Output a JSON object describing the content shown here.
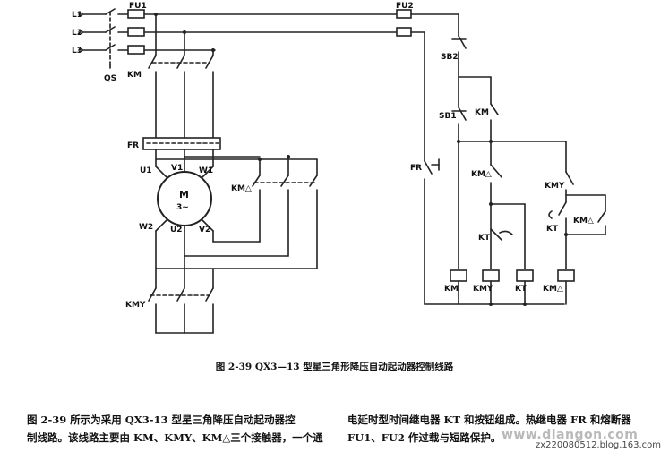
{
  "labels": {
    "l1": "L1",
    "l2": "L2",
    "l3": "L3",
    "qs": "QS",
    "fu1": "FU1",
    "fu2": "FU2",
    "km_main": "KM",
    "fr_main": "FR",
    "u1": "U1",
    "v1": "V1",
    "w1": "W1",
    "u2": "U2",
    "v2": "V2",
    "w2": "W2",
    "motor_m": "M",
    "motor_phase": "3~",
    "km_delta_main": "KM△",
    "km_y_main": "KMY",
    "sb2": "SB2",
    "sb1": "SB1",
    "km_hold": "KM",
    "fr_ctrl": "FR",
    "km_delta_ctrl": "KM△",
    "km_y_ctrl": "KMY",
    "km_delta_int": "KM△",
    "kt_timed": "KT",
    "kt_contact": "KT",
    "coil_km": "KM",
    "coil_kmy": "KMY",
    "coil_kt": "KT",
    "coil_kmd": "KM△"
  },
  "caption": "图 2-39  QX3—13 型星三角形降压自动起动器控制线路",
  "paragraph_left": "图 2-39 所示为采用 QX3-13 型星三角降压自动起动器控\n制线路。该线路主要由 KM、KMY、KM△三个接触器，一个通",
  "paragraph_right": "电延时型时间继电器 KT 和按钮组成。热继电器 FR 和熔断器\nFU1、FU2 作过载与短路保护。",
  "watermark": "www.diangon.com",
  "watermark_small": "zx220080512.blog.163.com"
}
